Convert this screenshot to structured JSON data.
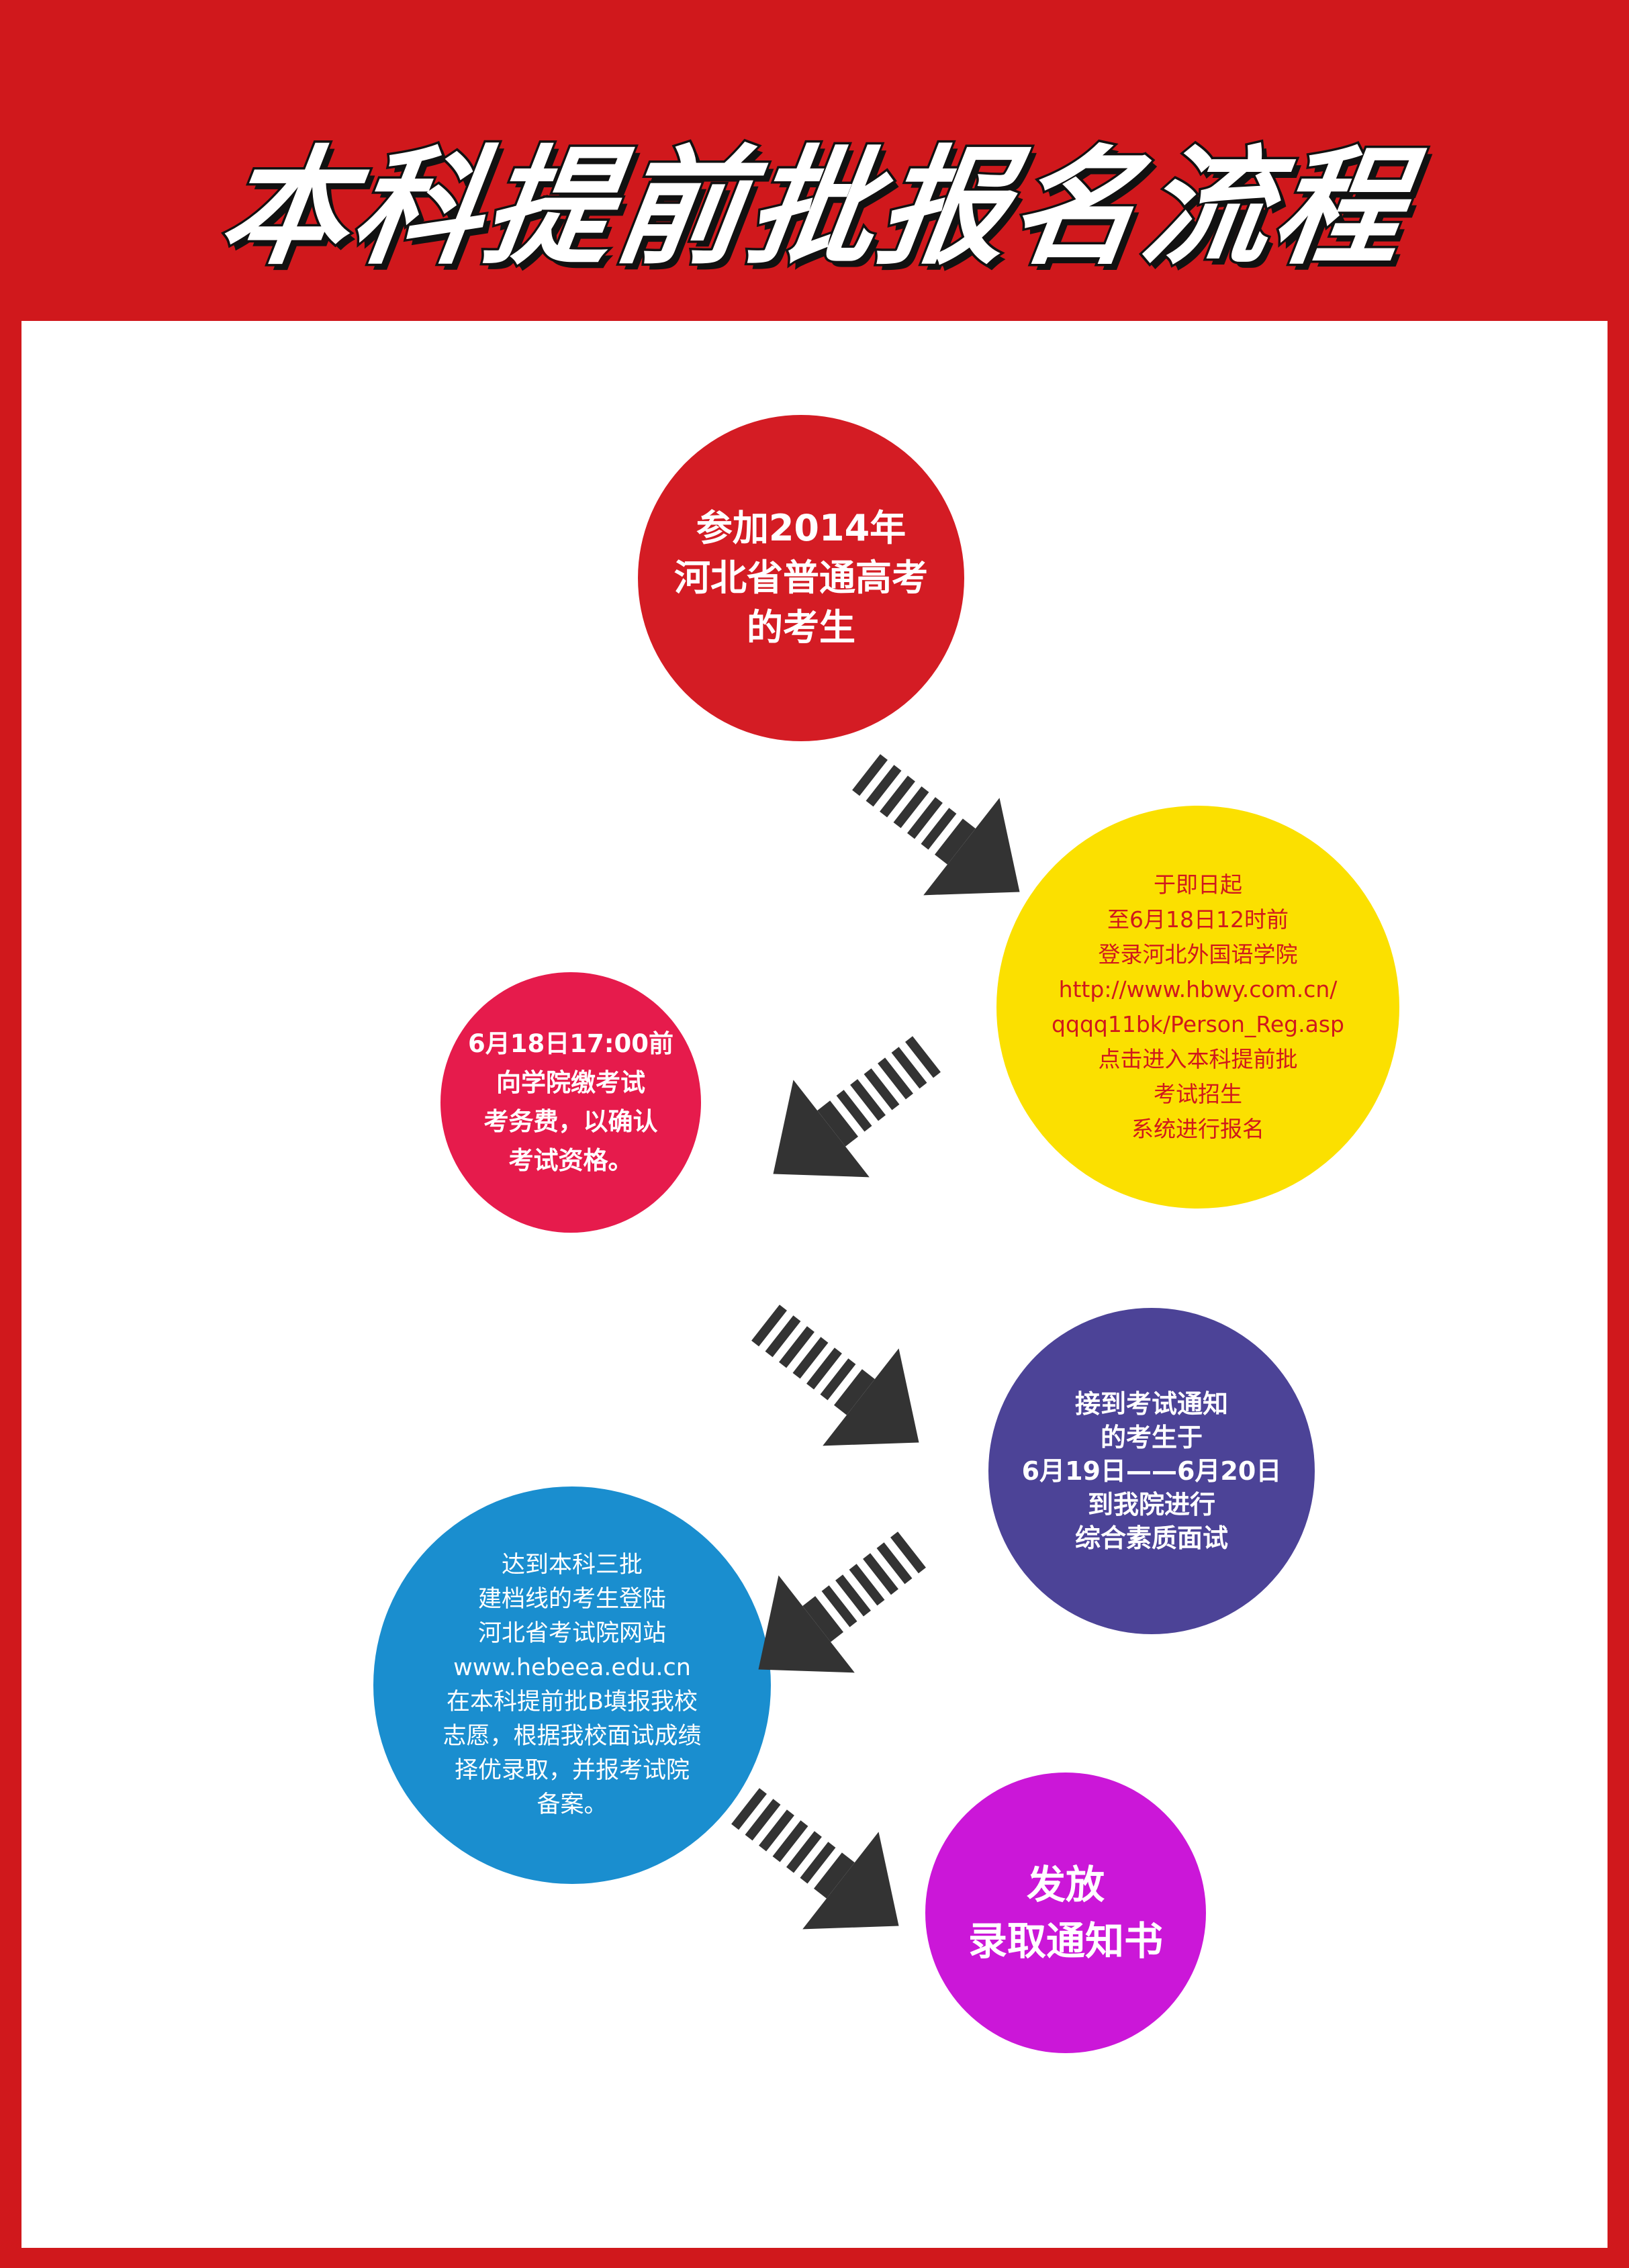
{
  "title": "本科提前批报名流程",
  "colors": {
    "frame": "#d0181c",
    "panel": "#ffffff",
    "arrow": "#333333",
    "node1": "#d41c24",
    "node2": "#fbe000",
    "node3": "#e61b4c",
    "node4": "#4c4397",
    "node5": "#1a8ecf",
    "node6": "#cb17d8"
  },
  "steps": [
    {
      "text": "参加2014年\n河北省普通高考\n的考生"
    },
    {
      "text": "于即日起\n至6月18日12时前\n登录河北外国语学院\nhttp://www.hbwy.com.cn/\nqqqq11bk/Person_Reg.asp\n点击进入本科提前批\n考试招生\n系统进行报名"
    },
    {
      "text": "6月18日17:00前\n向学院缴考试\n考务费，以确认\n考试资格。"
    },
    {
      "text": "接到考试通知\n的考生于\n6月19日——6月20日\n到我院进行\n综合素质面试"
    },
    {
      "text": "达到本科三批\n建档线的考生登陆\n河北省考试院网站\nwww.hebeea.edu.cn\n在本科提前批B填报我校\n志愿，根据我校面试成绩\n择优录取，并报考试院\n备案。"
    },
    {
      "text": "发放\n录取通知书"
    }
  ],
  "arrows": [
    {
      "icon": "striped-arrow-down-right-icon"
    },
    {
      "icon": "striped-arrow-down-left-icon"
    },
    {
      "icon": "striped-arrow-down-right-icon"
    },
    {
      "icon": "striped-arrow-down-left-icon"
    },
    {
      "icon": "striped-arrow-down-right-icon"
    }
  ]
}
